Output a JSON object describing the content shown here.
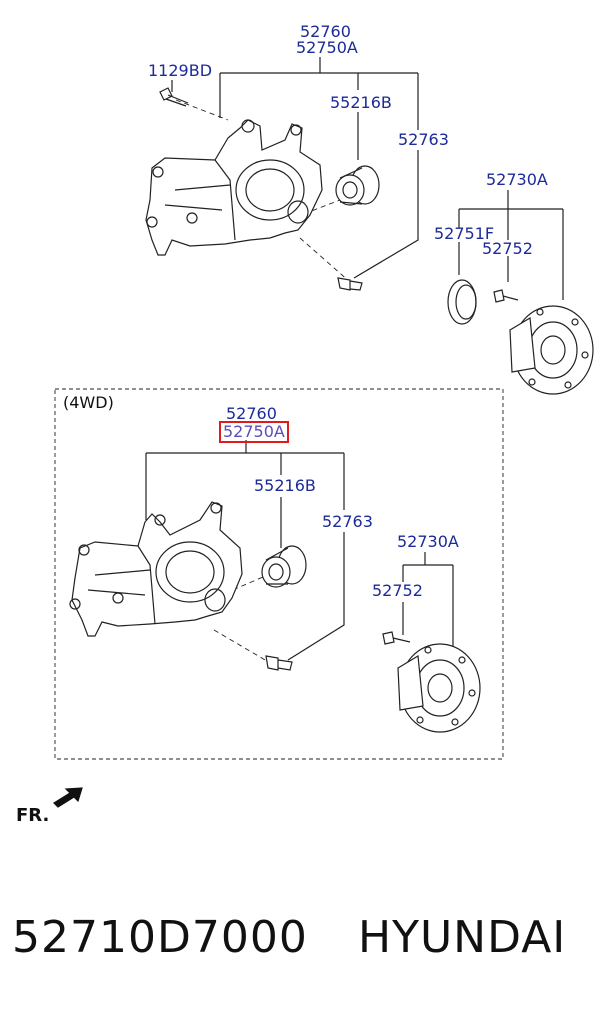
{
  "top": {
    "labels": {
      "l52760": "52760",
      "l52750A": "52750A",
      "l1129BD": "1129BD",
      "l55216B": "55216B",
      "l52763": "52763",
      "l52730A": "52730A",
      "l52751F": "52751F",
      "l52752": "52752"
    }
  },
  "fourwd": {
    "title": "(4WD)",
    "labels": {
      "l52760": "52760",
      "l52750A": "52750A",
      "l55216B": "55216B",
      "l52763": "52763",
      "l52730A": "52730A",
      "l52752": "52752"
    }
  },
  "direction": {
    "label": "FR."
  },
  "footer": {
    "part_number": "52710D7000",
    "brand": "HYUNDAI"
  },
  "colors": {
    "label_blue": "#1c2a9a",
    "highlight_red": "#e01b1b",
    "highlight_text": "#5b4fb6",
    "line": "#222222"
  }
}
